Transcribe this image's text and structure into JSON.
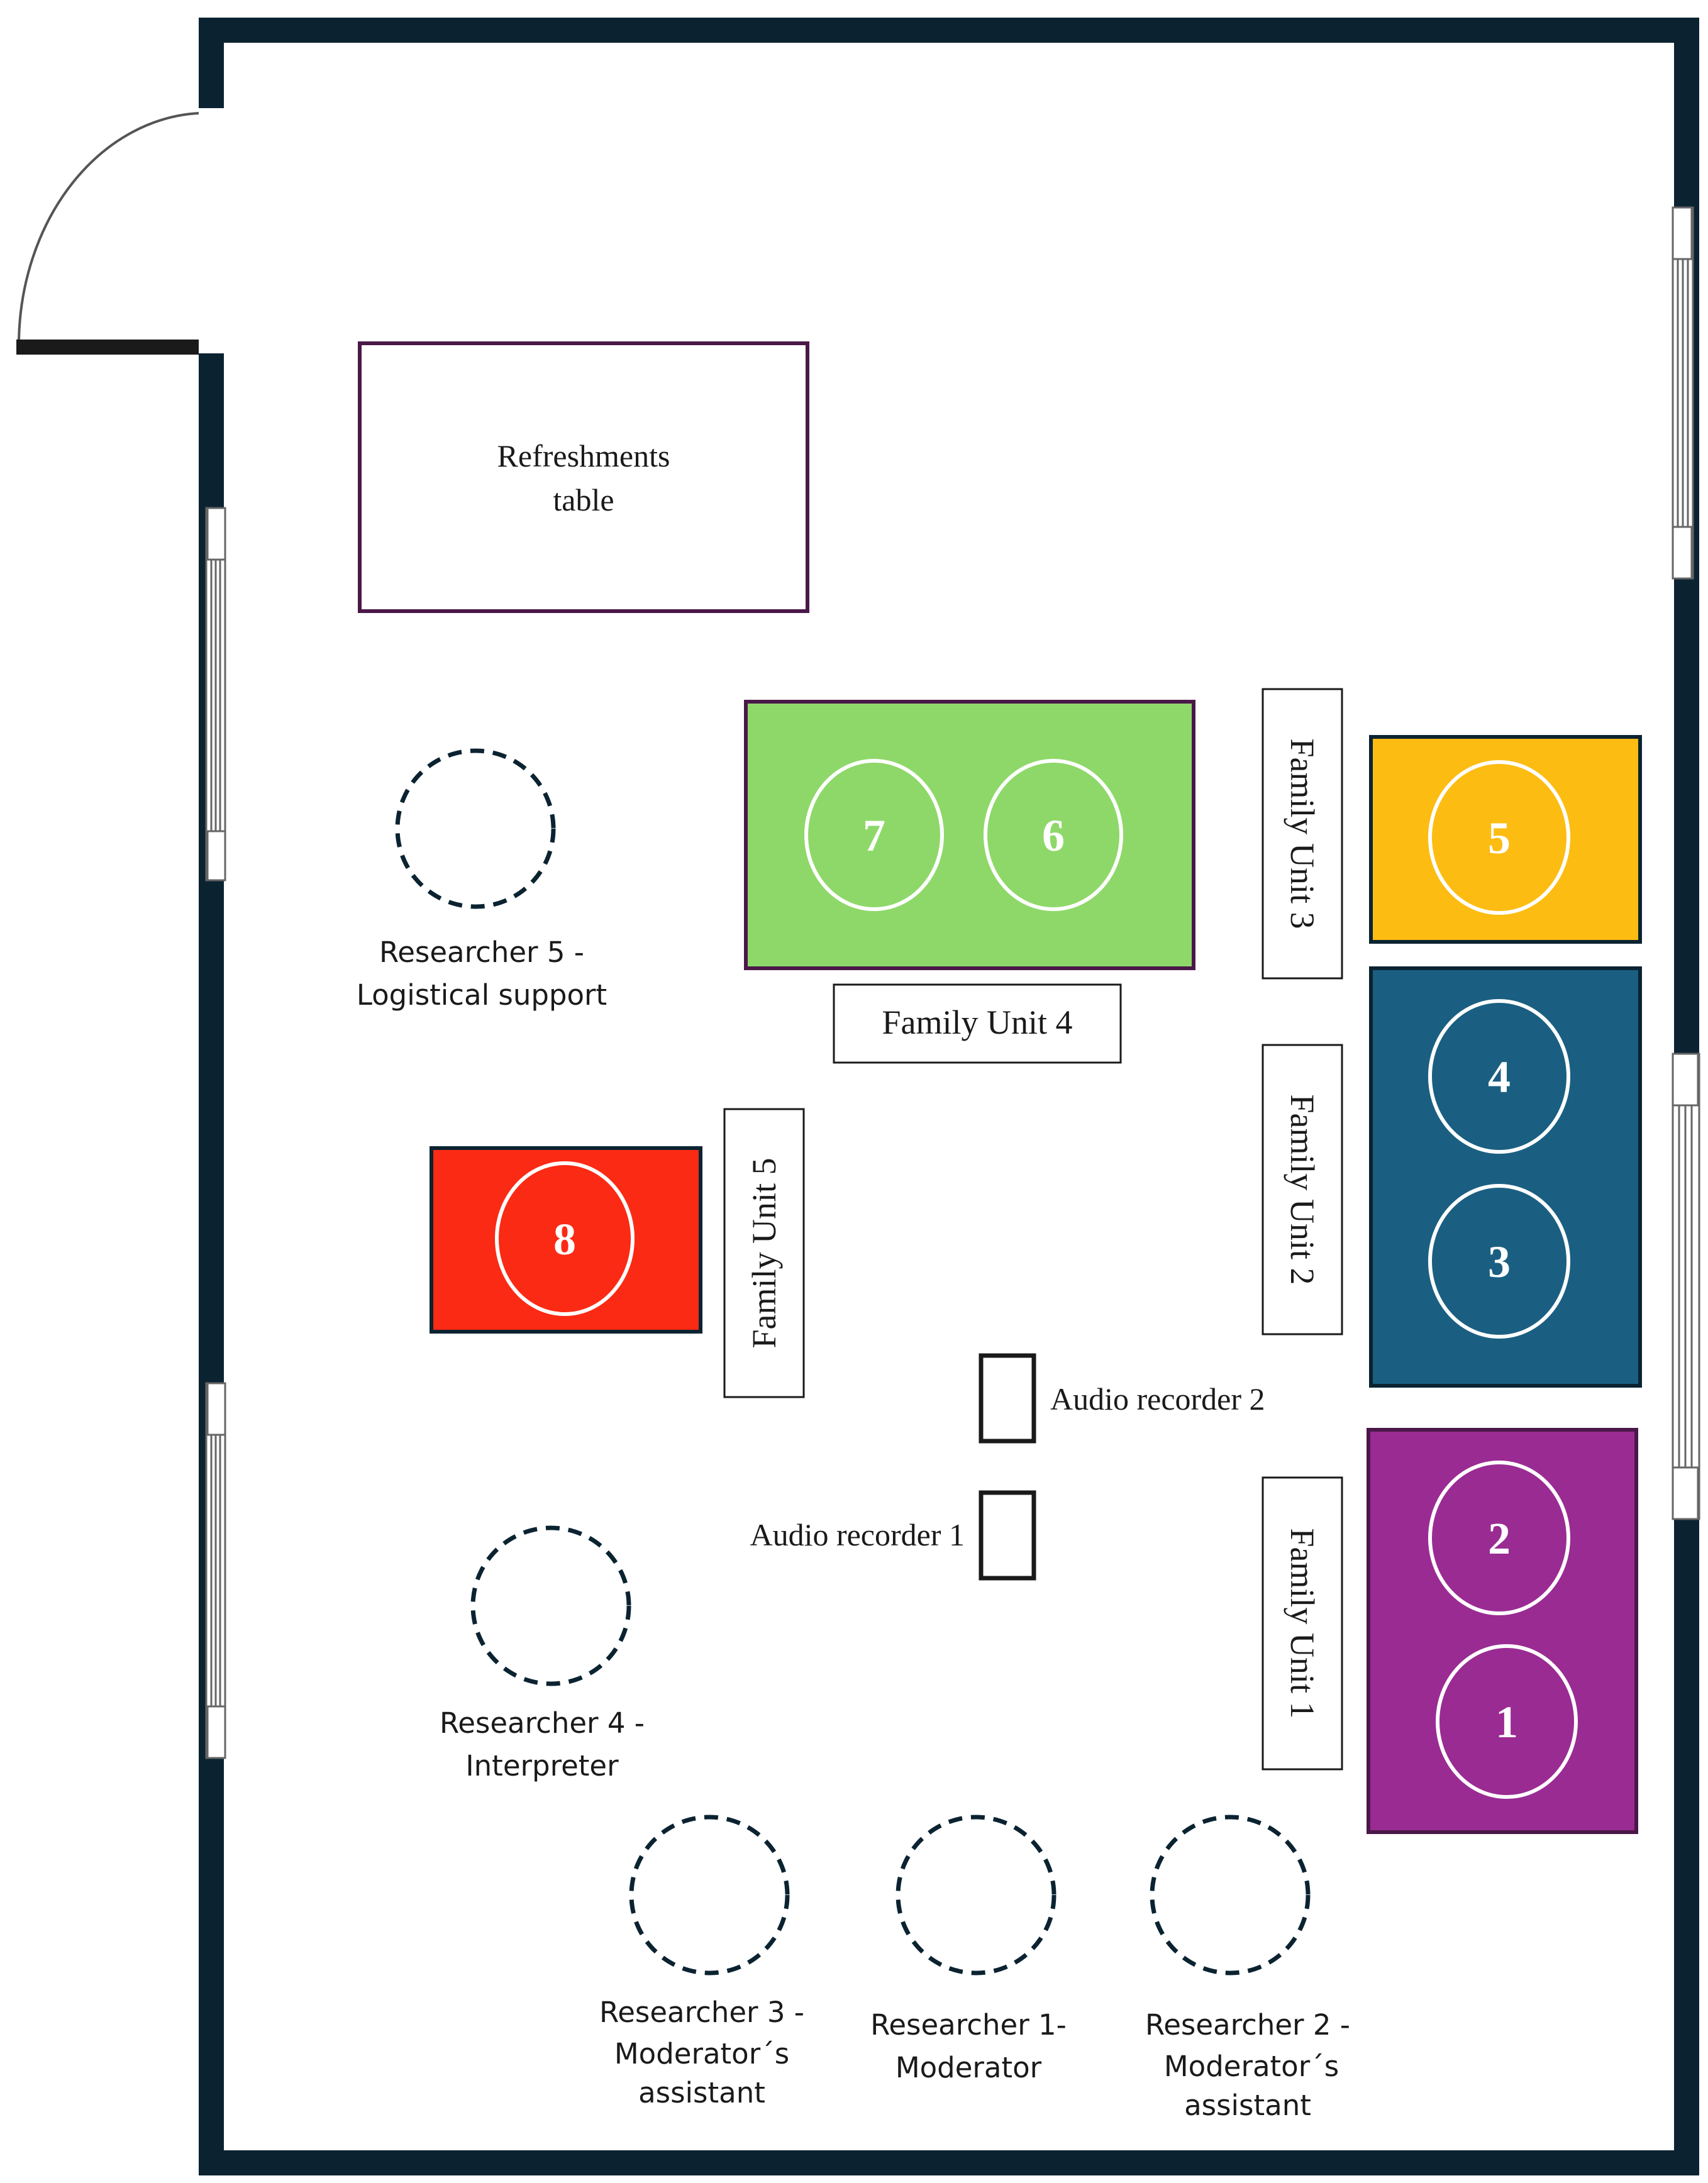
{
  "colors": {
    "wall": "#0b2331",
    "table_border": "#4a1848",
    "family_unit_4": "#8ed86a",
    "family_unit_3": "#fcbc12",
    "family_unit_2": "#1a5f82",
    "family_unit_1": "#9a2b93",
    "family_unit_5": "#fb2a14",
    "researcher_outline": "#0b2331"
  },
  "refreshments": {
    "line1": "Refreshments",
    "line2": "table"
  },
  "family_units": {
    "u1": {
      "label": "Family Unit 1",
      "seats": [
        "2",
        "1"
      ]
    },
    "u2": {
      "label": "Family Unit 2",
      "seats": [
        "4",
        "3"
      ]
    },
    "u3": {
      "label": "Family Unit 3",
      "seats": [
        "5"
      ]
    },
    "u4": {
      "label": "Family Unit 4",
      "seats": [
        "7",
        "6"
      ]
    },
    "u5": {
      "label": "Family Unit 5",
      "seats": [
        "8"
      ]
    }
  },
  "audio_recorders": {
    "r1": "Audio recorder 1",
    "r2": "Audio recorder 2"
  },
  "researchers": {
    "r1": {
      "line1": "Researcher 1-",
      "line2": "Moderator"
    },
    "r2": {
      "line1": "Researcher 2 -",
      "line2": "Moderator´s",
      "line3": "assistant"
    },
    "r3": {
      "line1": "Researcher 3 -",
      "line2": "Moderator´s",
      "line3": "assistant"
    },
    "r4": {
      "line1": "Researcher 4 -",
      "line2": "Interpreter"
    },
    "r5": {
      "line1": "Researcher 5 -",
      "line2": "Logistical support"
    }
  }
}
